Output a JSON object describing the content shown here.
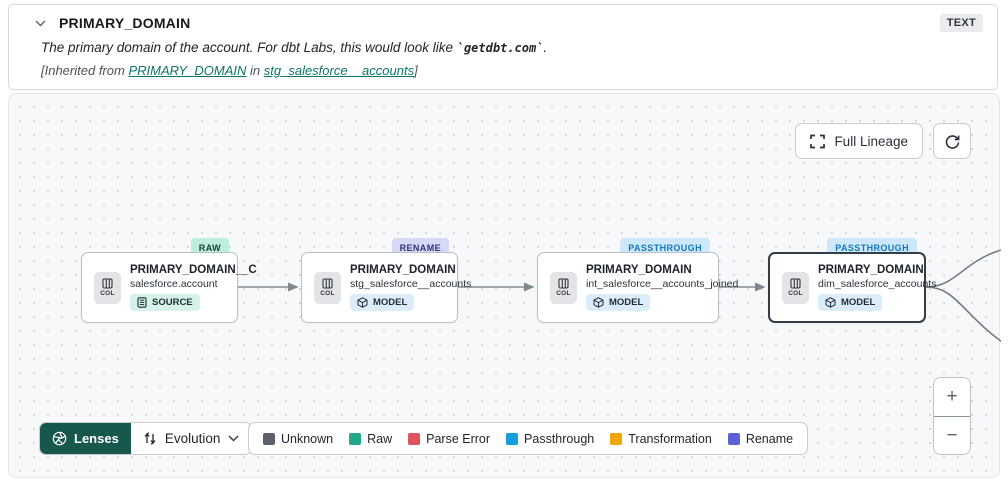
{
  "header": {
    "title": "PRIMARY_DOMAIN",
    "type_badge": "TEXT",
    "description_prefix": "The primary domain of the account. For dbt Labs, this would look like ",
    "description_code": "`getdbt.com`",
    "description_suffix": ".",
    "inherited_prefix": "[Inherited from ",
    "inherited_link_column": "PRIMARY_DOMAIN",
    "inherited_middle": " in ",
    "inherited_link_model": "stg_salesforce__accounts",
    "inherited_suffix": "]"
  },
  "canvas": {
    "full_lineage_label": "Full Lineage",
    "nodes": [
      {
        "badge": "RAW",
        "title": "PRIMARY_DOMAIN__C",
        "subtitle": "salesforce.account",
        "kind": "SOURCE",
        "col_label": "COL"
      },
      {
        "badge": "RENAME",
        "title": "PRIMARY_DOMAIN",
        "subtitle": "stg_salesforce__accounts",
        "kind": "MODEL",
        "col_label": "COL"
      },
      {
        "badge": "PASSTHROUGH",
        "title": "PRIMARY_DOMAIN",
        "subtitle": "int_salesforce__accounts_joined",
        "kind": "MODEL",
        "col_label": "COL"
      },
      {
        "badge": "PASSTHROUGH",
        "title": "PRIMARY_DOMAIN",
        "subtitle": "dim_salesforce_accounts",
        "kind": "MODEL",
        "col_label": "COL"
      }
    ],
    "zoom_in": "+",
    "zoom_out": "−"
  },
  "toolbar": {
    "lenses_label": "Lenses",
    "lens_selected": "Evolution"
  },
  "legend": {
    "items": [
      {
        "label": "Unknown",
        "color": "#5b6069"
      },
      {
        "label": "Raw",
        "color": "#21a98c"
      },
      {
        "label": "Parse Error",
        "color": "#e0525e"
      },
      {
        "label": "Passthrough",
        "color": "#149edc"
      },
      {
        "label": "Transformation",
        "color": "#f2a506"
      },
      {
        "label": "Rename",
        "color": "#5c60d6"
      }
    ]
  }
}
